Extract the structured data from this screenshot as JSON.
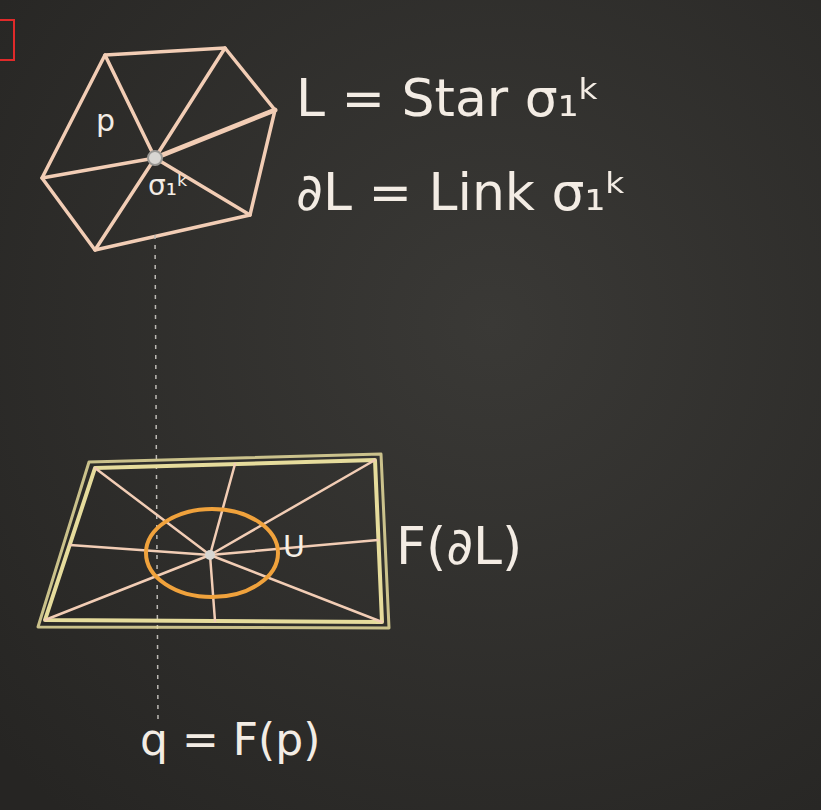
{
  "diagram": {
    "labels": [
      "p",
      "σ₁ᵏ",
      "L = Star σ₁ᵏ",
      "∂L = Link σ₁ᵏ",
      "U",
      "F(∂L)",
      "q = F(p)"
    ]
  }
}
